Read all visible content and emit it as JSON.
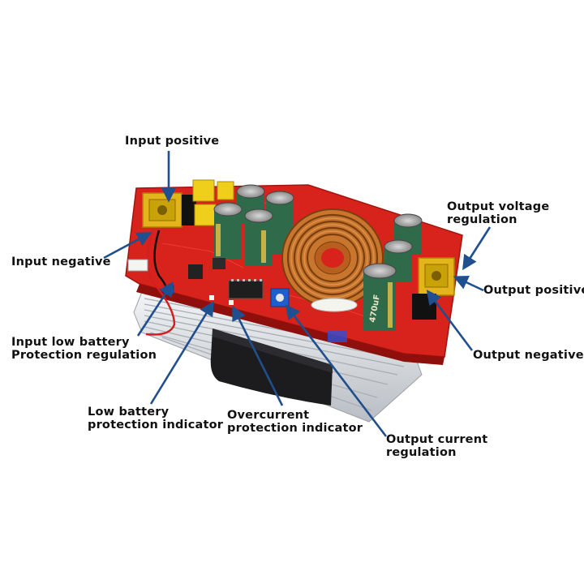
{
  "labels": {
    "input_positive": "Input positive",
    "input_negative": "Input negative",
    "input_low_battery_1": "Input low battery",
    "input_low_battery_2": "Protection regulation",
    "low_battery_indicator_1": "Low battery",
    "low_battery_indicator_2": "protection indicator",
    "overcurrent_indicator_1": "Overcurrent",
    "overcurrent_indicator_2": "protection indicator",
    "output_current_1": "Output current",
    "output_current_2": "regulation",
    "output_voltage_1": "Output voltage",
    "output_voltage_2": "regulation",
    "output_positive": "Output positive",
    "output_negative": "Output negative"
  },
  "component_markings": {
    "capacitor_right": "470uF"
  },
  "colors": {
    "pcb_red": "#d8221c",
    "heatsink": "#d9dde2",
    "capacitor": "#2f6b4a",
    "arrow": "#1f4f8f",
    "terminal": "#e6c21a",
    "inductor": "#c8762d"
  },
  "icons": {
    "arrow": "pointer-arrow"
  }
}
